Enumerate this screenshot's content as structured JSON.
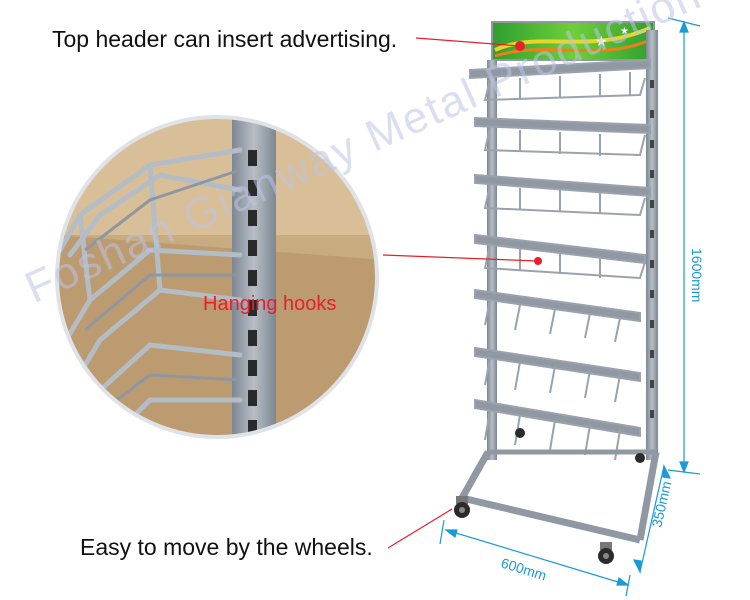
{
  "callouts": {
    "header": "Top header can insert advertising.",
    "hooks": "Hanging hooks",
    "wheels": "Easy to move by the wheels."
  },
  "dimensions": {
    "height": "1600mm",
    "depth": "350mm",
    "width": "600mm"
  },
  "watermark": "Foshan Gianway Metal Production Co., Ltd.",
  "colors": {
    "frame": "#8f98a3",
    "wire": "#9aa3ad",
    "dimension": "#1a9ad6",
    "callout_dot": "#e8202a",
    "header_green": "#3fb23a",
    "cardboard": "#c4a47a"
  }
}
